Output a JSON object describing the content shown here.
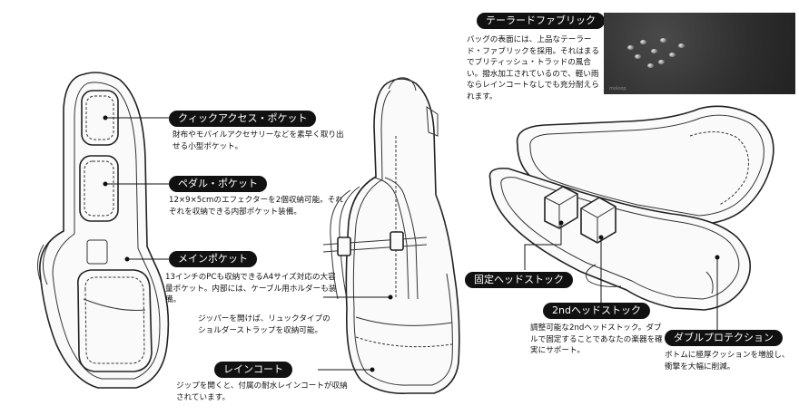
{
  "callouts": {
    "quick": {
      "label": "クィックアクセス・ポケット",
      "desc": "財布やモバイルアクセサリーなどを素早く取り出せる小型ポケット。"
    },
    "pedal": {
      "label": "ペダル・ポケット",
      "desc": "12×9×5cmのエフェクターを2個収納可能。それぞれを収納できる内部ポケット装備。"
    },
    "main": {
      "label": "メインポケット",
      "desc": "13インチのPCも収納できるA4サイズ対応の大容量ポケット。内部には、ケーブル用ホルダーも装備。"
    },
    "zipper": {
      "desc": "ジッパーを開けば、リュックタイプのショルダーストラップを収納可能。"
    },
    "raincoat": {
      "label": "レインコート",
      "desc": "ジップを開くと、付属の耐水レインコートが収納されています。"
    },
    "fabric": {
      "label": "テーラードファブリック",
      "desc": "バッグの表面には、上品なテーラード・ファブリックを採用。それはまるでブリティッシュ・トラッドの風合い。撥水加工されているので、軽い雨ならレインコートなしでも充分耐えられます。",
      "watermark": "moloop"
    },
    "fixed_headstock": {
      "label": "固定ヘッドストック"
    },
    "second_headstock": {
      "label": "2ndヘッドストック",
      "desc": "調整可能な2ndヘッドストック。ダブルで固定することであなたの楽器を確実にサポート。"
    },
    "double_protection": {
      "label": "ダブルプロテクション",
      "desc": "ボトムに極厚クッションを増設し、衝撃を大幅に削減。"
    }
  }
}
